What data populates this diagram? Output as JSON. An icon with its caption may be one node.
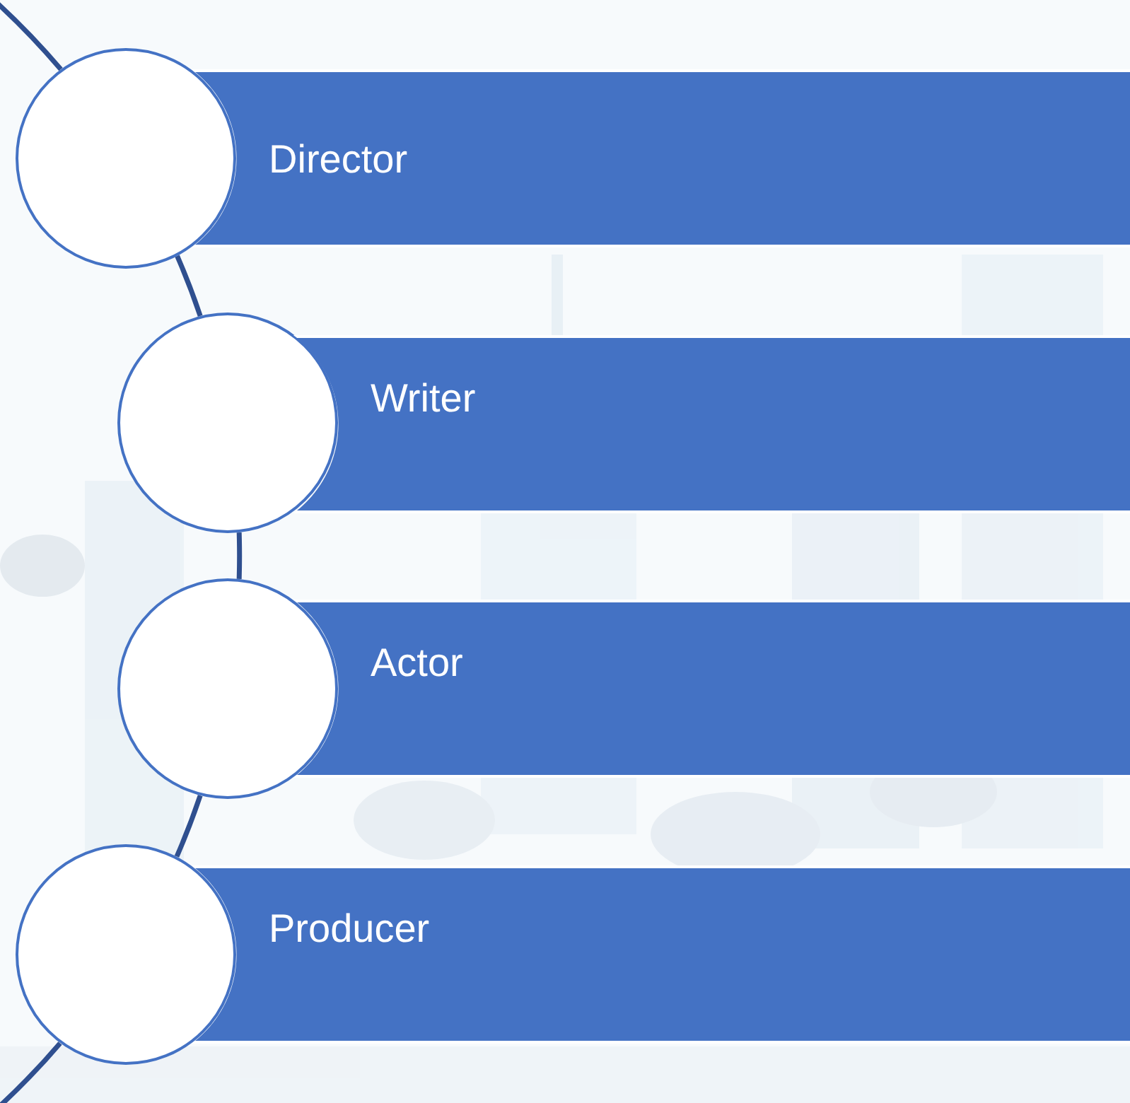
{
  "diagram": {
    "nodes": [
      {
        "text": [],
        "shape": "circle"
      },
      {
        "text": [
          "Director"
        ]
      },
      {
        "text": [],
        "shape": "circle"
      },
      {
        "text": [
          "Writer"
        ]
      },
      {
        "text": [],
        "shape": "circle"
      },
      {
        "text": [
          "Actor"
        ]
      },
      {
        "text": [],
        "shape": "circle"
      },
      {
        "text": [
          "Producer"
        ]
      }
    ],
    "edges": [
      {
        "from": null,
        "to": 0,
        "arrow": "none"
      },
      {
        "from": 0,
        "to": 2,
        "arrow": "none"
      },
      {
        "from": 2,
        "to": 4,
        "arrow": "none"
      },
      {
        "from": 4,
        "to": 6,
        "arrow": "none"
      },
      {
        "from": 6,
        "to": null,
        "arrow": "none"
      }
    ]
  }
}
